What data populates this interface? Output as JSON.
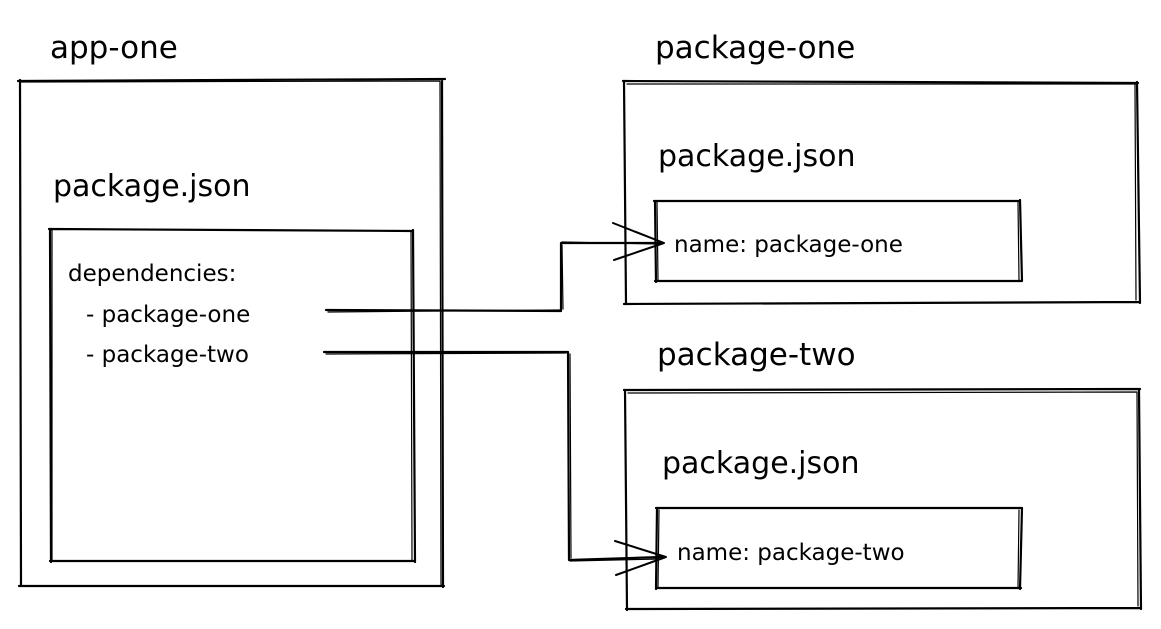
{
  "diagram": {
    "title": "Monorepo package dependencies",
    "colors": {
      "stroke": "#000000",
      "background": "#ffffff",
      "text": "#000000"
    },
    "nodes": [
      {
        "id": "app-one",
        "label": "app-one",
        "file_label": "package.json",
        "content": {
          "heading": "dependencies:",
          "items": [
            "- package-one",
            "- package-two"
          ]
        }
      },
      {
        "id": "package-one",
        "label": "package-one",
        "file_label": "package.json",
        "content": {
          "name_line": "name: package-one"
        }
      },
      {
        "id": "package-two",
        "label": "package-two",
        "file_label": "package.json",
        "content": {
          "name_line": "name: package-two"
        }
      }
    ],
    "edges": [
      {
        "from": "app-one: - package-one",
        "to": "package-one: name: package-one",
        "arrow": "end"
      },
      {
        "from": "app-one: - package-two",
        "to": "package-two: name: package-two",
        "arrow": "end"
      }
    ]
  }
}
